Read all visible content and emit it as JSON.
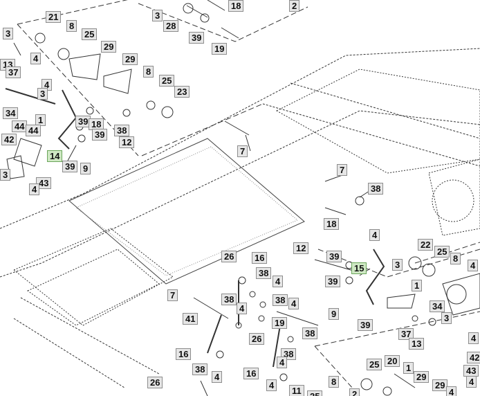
{
  "diagram": {
    "highlight_color": "#cfe8c4",
    "callout_color": "#e6e6e6",
    "callouts": [
      {
        "label": "18"
      },
      {
        "label": "3"
      },
      {
        "label": "28"
      },
      {
        "label": "39"
      },
      {
        "label": "19"
      },
      {
        "label": "2"
      },
      {
        "label": "21"
      },
      {
        "label": "8"
      },
      {
        "label": "25"
      },
      {
        "label": "3"
      },
      {
        "label": "29"
      },
      {
        "label": "4"
      },
      {
        "label": "13"
      },
      {
        "label": "37"
      },
      {
        "label": "29"
      },
      {
        "label": "8"
      },
      {
        "label": "4"
      },
      {
        "label": "3"
      },
      {
        "label": "25"
      },
      {
        "label": "23"
      },
      {
        "label": "34"
      },
      {
        "label": "1"
      },
      {
        "label": "39"
      },
      {
        "label": "18"
      },
      {
        "label": "44"
      },
      {
        "label": "44"
      },
      {
        "label": "39"
      },
      {
        "label": "38"
      },
      {
        "label": "42"
      },
      {
        "label": "12"
      },
      {
        "label": "14",
        "highlight": true
      },
      {
        "label": "39"
      },
      {
        "label": "9"
      },
      {
        "label": "3"
      },
      {
        "label": "43"
      },
      {
        "label": "4"
      },
      {
        "label": "7"
      },
      {
        "label": "7"
      },
      {
        "label": "38"
      },
      {
        "label": "18"
      },
      {
        "label": "4"
      },
      {
        "label": "12"
      },
      {
        "label": "22"
      },
      {
        "label": "26"
      },
      {
        "label": "16"
      },
      {
        "label": "39"
      },
      {
        "label": "25"
      },
      {
        "label": "8"
      },
      {
        "label": "38"
      },
      {
        "label": "15",
        "highlight": true
      },
      {
        "label": "3"
      },
      {
        "label": "4"
      },
      {
        "label": "39"
      },
      {
        "label": "4"
      },
      {
        "label": "1"
      },
      {
        "label": "7"
      },
      {
        "label": "38"
      },
      {
        "label": "38"
      },
      {
        "label": "4"
      },
      {
        "label": "34"
      },
      {
        "label": "4"
      },
      {
        "label": "9"
      },
      {
        "label": "41"
      },
      {
        "label": "19"
      },
      {
        "label": "3"
      },
      {
        "label": "39"
      },
      {
        "label": "38"
      },
      {
        "label": "37"
      },
      {
        "label": "26"
      },
      {
        "label": "13"
      },
      {
        "label": "4"
      },
      {
        "label": "16"
      },
      {
        "label": "38"
      },
      {
        "label": "38"
      },
      {
        "label": "4"
      },
      {
        "label": "42"
      },
      {
        "label": "4"
      },
      {
        "label": "16"
      },
      {
        "label": "25"
      },
      {
        "label": "20"
      },
      {
        "label": "1"
      },
      {
        "label": "43"
      },
      {
        "label": "26"
      },
      {
        "label": "8"
      },
      {
        "label": "4"
      },
      {
        "label": "29"
      },
      {
        "label": "29"
      },
      {
        "label": "4"
      },
      {
        "label": "11"
      },
      {
        "label": "25"
      },
      {
        "label": "2"
      },
      {
        "label": "4"
      }
    ]
  }
}
